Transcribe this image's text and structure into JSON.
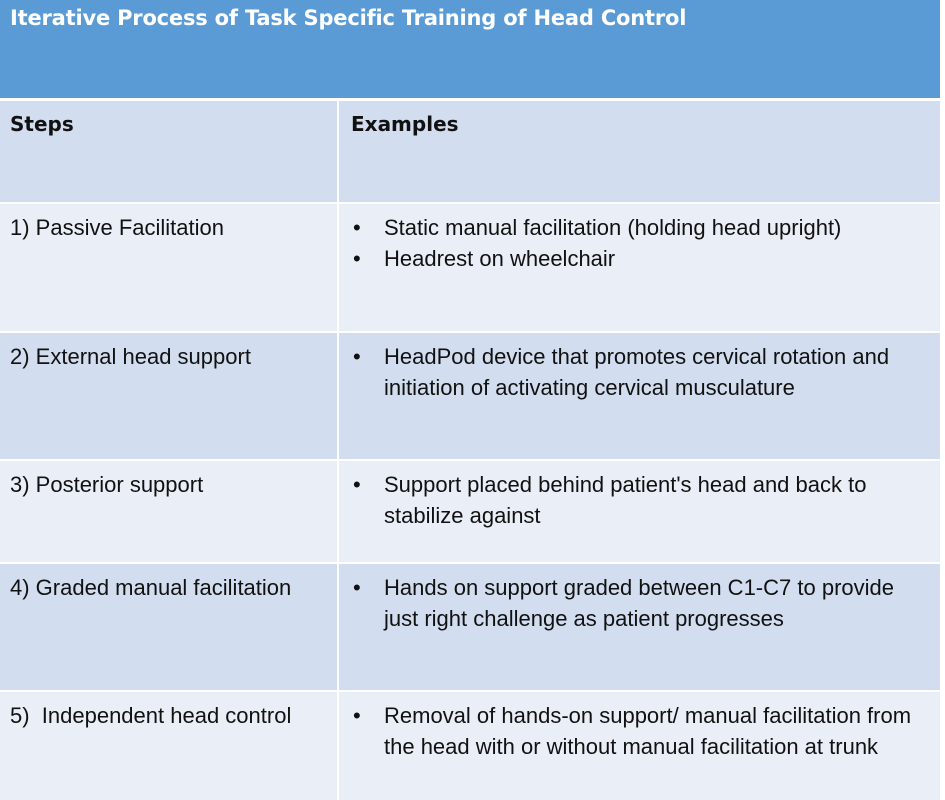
{
  "title": "Iterative Process of Task Specific Training of Head Control",
  "table": {
    "headers": {
      "steps": "Steps",
      "examples": "Examples"
    },
    "rows": [
      {
        "step": "1) Passive Facilitation",
        "examples": [
          "Static manual facilitation (holding head upright)",
          "Headrest on wheelchair"
        ]
      },
      {
        "step": "2) External head support",
        "examples": [
          "HeadPod device that promotes cervical rotation and initiation of activating cervical musculature"
        ]
      },
      {
        "step": "3) Posterior support",
        "examples": [
          "Support placed behind patient's head and back to stabilize against"
        ]
      },
      {
        "step": "4) Graded manual facilitation",
        "examples": [
          "Hands on support graded between C1-C7 to provide just right challenge as patient progresses"
        ]
      },
      {
        "step": "5)  Independent head control",
        "examples": [
          "Removal of hands-on support/ manual facilitation from the head with or without manual facilitation at trunk"
        ]
      }
    ],
    "bullet_glyph": "•"
  },
  "colors": {
    "title_bar": "#5a9bd5",
    "row_shaded": "#d2ddef",
    "row_light": "#eaeff7"
  }
}
